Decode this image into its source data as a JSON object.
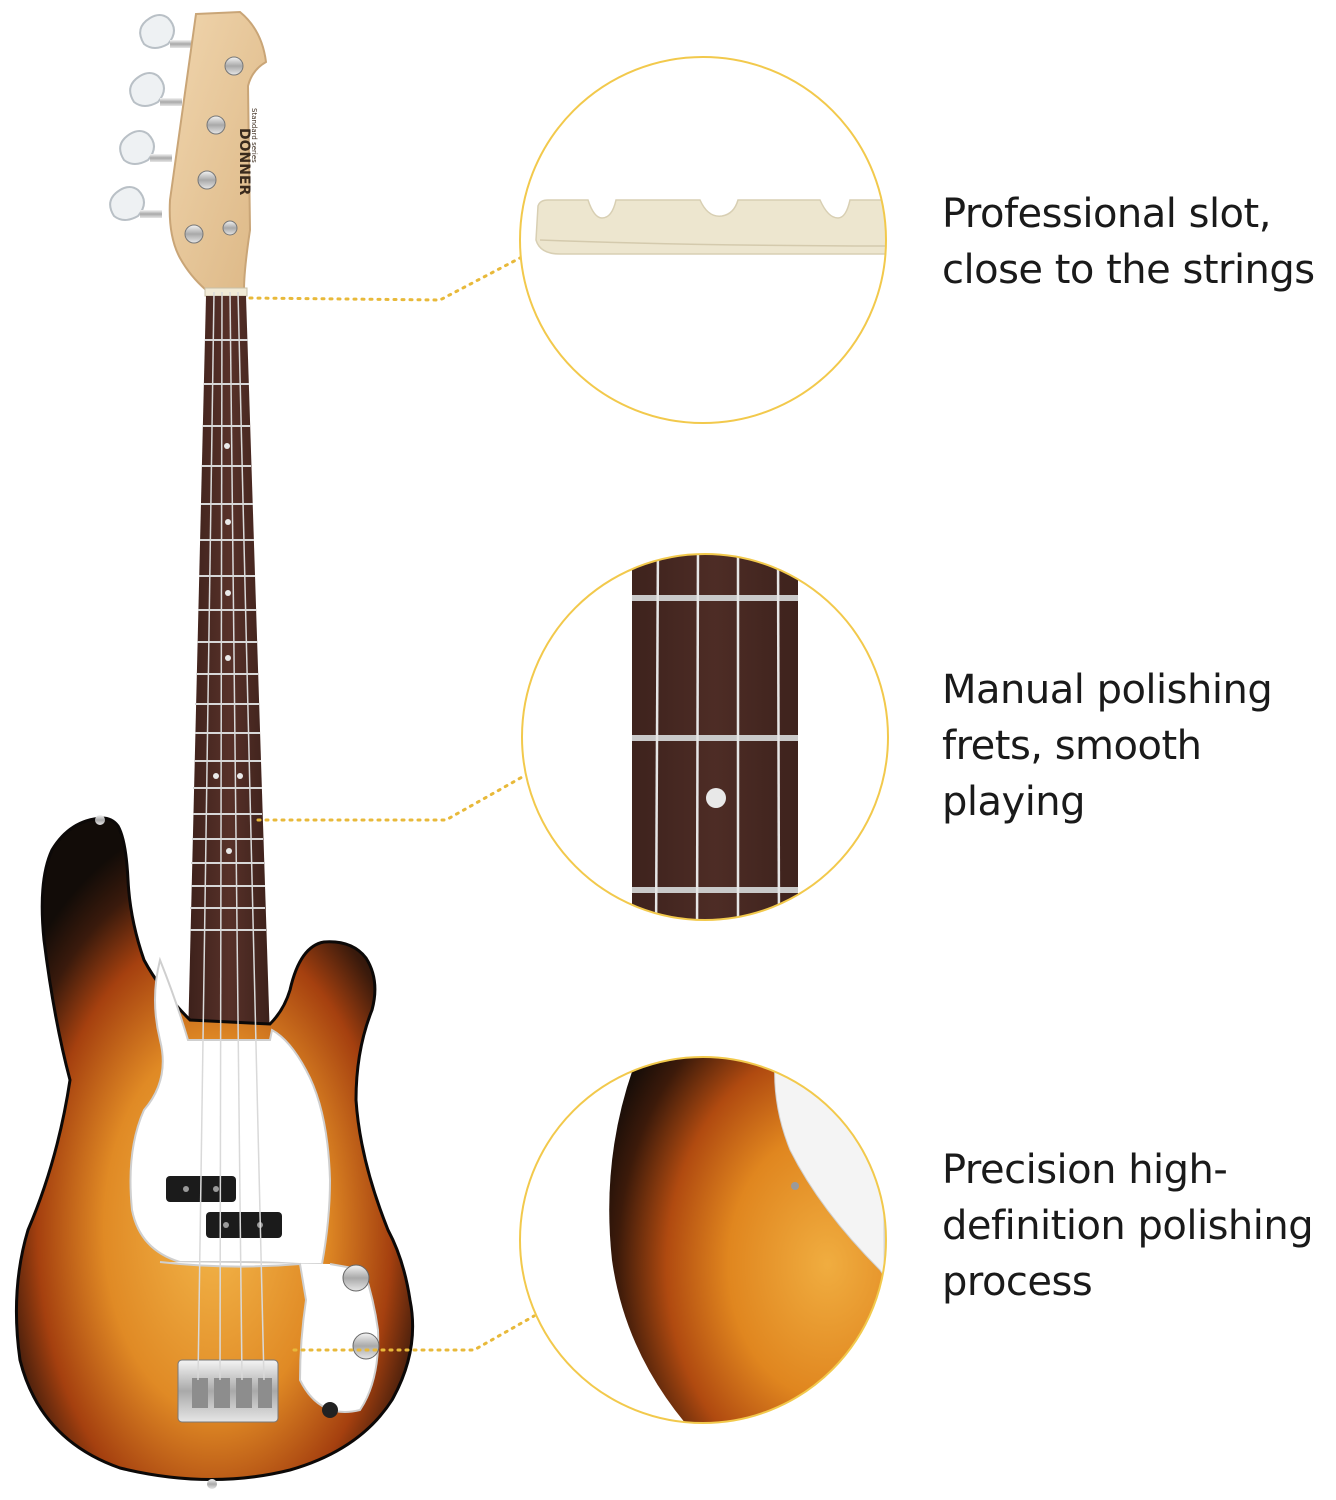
{
  "features": [
    {
      "lines": [
        "Professional slot,",
        "close to the strings"
      ]
    },
    {
      "lines": [
        "Manual polishing",
        "frets, smooth",
        "playing"
      ]
    },
    {
      "lines": [
        "Precision high-",
        "definition polishing",
        "process"
      ]
    }
  ],
  "headstock": {
    "brand_logo": "DONNER",
    "model": "Standard series"
  },
  "colors": {
    "callout_ring": "#f2c94c",
    "leader_dots": "#e8b93a",
    "sunburst_dark": "#1c1410",
    "sunburst_mid": "#a8420f",
    "sunburst_light": "#e59a2c",
    "pickguard": "#ffffff",
    "fretboard": "#4a2a22",
    "maple": "#e8c9a0",
    "nut": "#ede6cf"
  }
}
